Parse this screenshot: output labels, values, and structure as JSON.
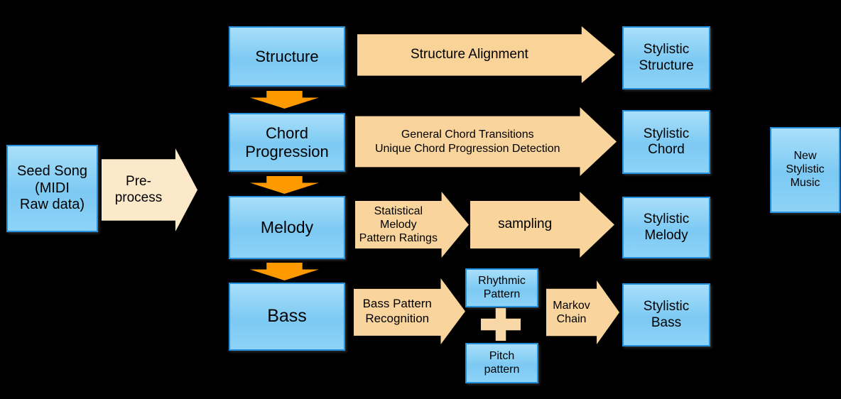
{
  "colors": {
    "background": "#000000",
    "node_fill_top": "#A9DFFA",
    "node_fill_bottom": "#8ED3F7",
    "node_border": "#2491DE",
    "process_arrow_fill": "#F9D49C",
    "preprocess_arrow_fill": "#FCE9CA",
    "flow_arrow_fill": "#FF9900"
  },
  "nodes": {
    "seed_song": "Seed Song\n(MIDI\nRaw data)",
    "structure": "Structure",
    "chord_progression": "Chord\nProgression",
    "melody": "Melody",
    "bass": "Bass",
    "stylistic_structure": "Stylistic\nStructure",
    "stylistic_chord": "Stylistic\nChord",
    "stylistic_melody": "Stylistic\nMelody",
    "stylistic_bass": "Stylistic\nBass",
    "rhythmic_pattern": "Rhythmic\nPattern",
    "pitch_pattern": "Pitch\npattern",
    "new_stylistic_music": "New\nStylistic\nMusic"
  },
  "arrows": {
    "preprocess": "Pre-\nprocess",
    "structure_alignment": "Structure Alignment",
    "chord_transitions": "General Chord Transitions\nUnique Chord Progression Detection",
    "melody_ratings": "Statistical Melody\nPattern Ratings",
    "sampling": "sampling",
    "bass_recognition": "Bass Pattern\nRecognition",
    "markov_chain": "Markov\nChain"
  },
  "icons": {
    "plus": "+"
  }
}
